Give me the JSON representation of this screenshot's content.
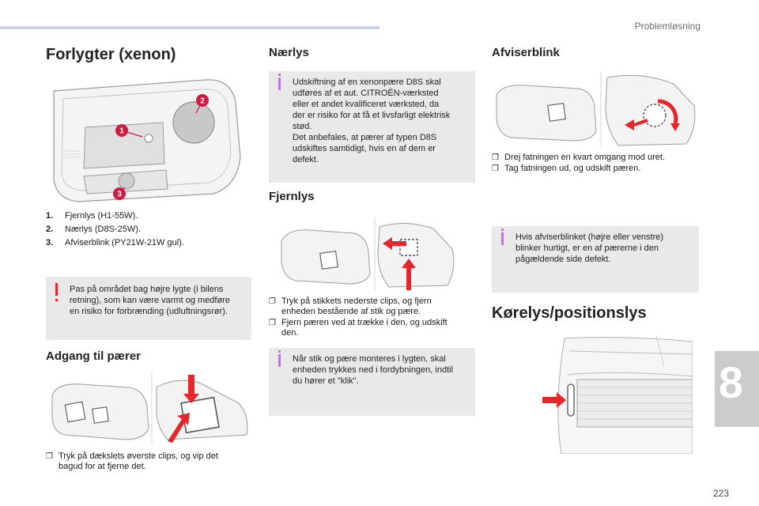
{
  "header": {
    "section": "Problemløsning",
    "chapter": "8",
    "page": "223"
  },
  "col1": {
    "title": "Forlygter (xenon)",
    "callouts": [
      "1",
      "2",
      "3"
    ],
    "parts": [
      {
        "num": "1.",
        "text": "Fjernlys (H1-55W)."
      },
      {
        "num": "2.",
        "text": "Nærlys (D8S-25W)."
      },
      {
        "num": "3.",
        "text": "Afviserblink (PY21W-21W gul)."
      }
    ],
    "warning": [
      "Pas på området bag højre lygte (i bilens",
      "retning), som kan være varmt og medføre",
      "en risiko for forbrænding (udluftningsrør)."
    ],
    "access_title": "Adgang til pærer",
    "access_steps": [
      [
        "Tryk på dækslets øverste clips, og vip det",
        "bagud for at fjerne det."
      ]
    ]
  },
  "col2": {
    "low_title": "Nærlys",
    "low_note": [
      "Udskiftning af en xenonpære D8S skal",
      "udføres af et aut. CITROËN-værksted",
      "eller et andet kvalificeret værksted, da",
      "der er risiko for at få et livsfarligt elektrisk",
      "stød.",
      "Det anbefales, at pærer af typen D8S",
      "udskiftes samtidigt, hvis en af dem er",
      "defekt."
    ],
    "high_title": "Fjernlys",
    "high_steps": [
      [
        "Tryk på stikkets nederste clips, og fjern",
        "enheden bestående af stik og pære."
      ],
      [
        "Fjern pæren ved at trække i den, og udskift",
        "den."
      ]
    ],
    "high_note": [
      "Når stik og pære monteres i lygten, skal",
      "enheden trykkes ned i fordybningen, indtil",
      "du hører et \"klik\"."
    ]
  },
  "col3": {
    "ind_title": "Afviserblink",
    "ind_steps": [
      [
        "Drej fatningen en kvart omgang mod uret."
      ],
      [
        "Tag fatningen ud, og udskift pæren."
      ]
    ],
    "ind_note": [
      "Hvis afviserblinket (højre eller venstre)",
      "blinker hurtigt, er en af pærerne i den",
      "pågældende side defekt."
    ],
    "drl_title": "Kørelys/positionslys"
  },
  "colors": {
    "accent_red": "#e5262b",
    "info_violet": "#b77bd6",
    "note_bg": "#e9e9e9",
    "callout": "#cf1b42",
    "header_bar": "#c9d3e6"
  }
}
